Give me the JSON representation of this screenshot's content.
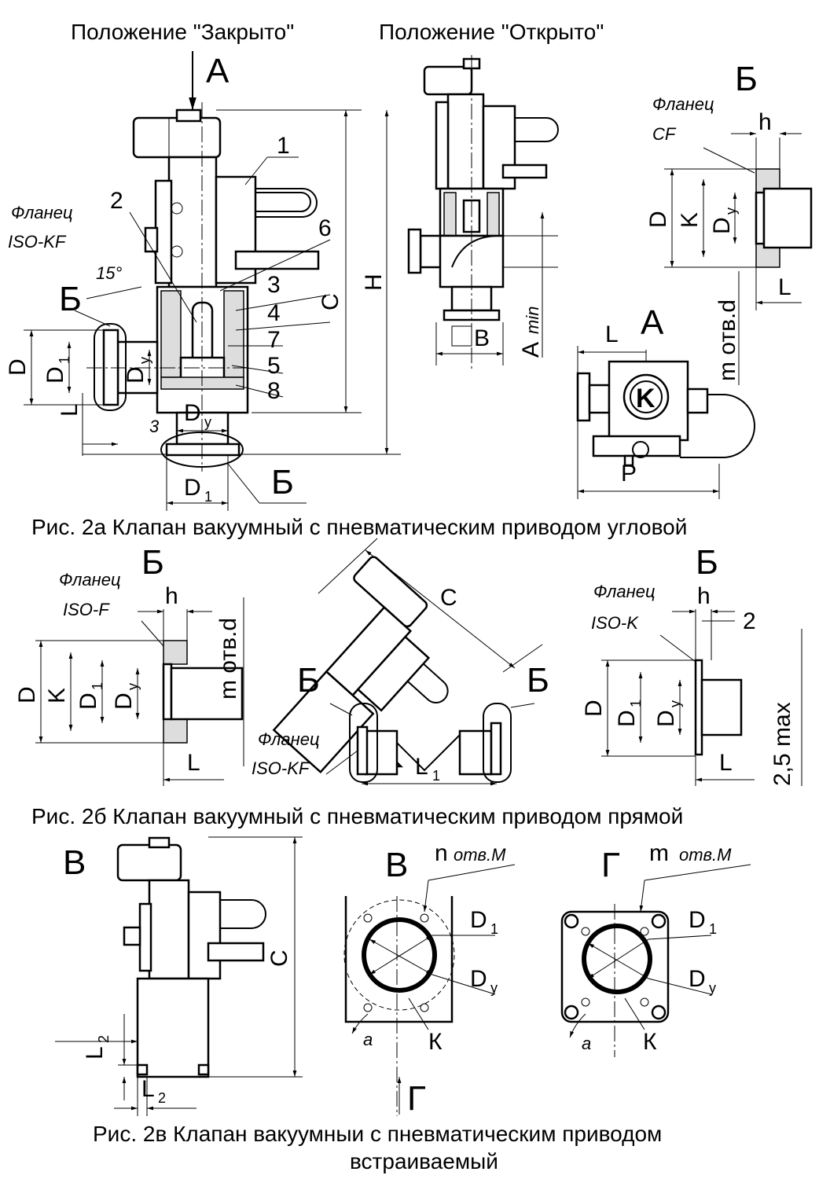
{
  "titles": {
    "closed": "Положение \"Закрыто\"",
    "open": "Положение \"Открыто\""
  },
  "captions": {
    "fig2a": "Рис. 2а Клапан вакуумный с пневматическим приводом угловой",
    "fig2b": "Рис. 2б Клапан вакуумный с пневматическим приводом прямой",
    "fig2c_line1": "Рис. 2в Клапан вакуумныи с пневматическим приводом",
    "fig2c_line2": "встраиваемый"
  },
  "fig2a": {
    "view_a": "А",
    "parts": [
      "1",
      "2",
      "6",
      "3",
      "4",
      "7",
      "5",
      "8"
    ],
    "flange_iso_kf": [
      "Фланец",
      "ISO-KF"
    ],
    "angle": "15°",
    "section_b": "Б",
    "dims": {
      "D": "D",
      "D1": "D",
      "D1_sub": "1",
      "Dy": "D",
      "Dy_sub": "y",
      "L": "L",
      "three": "3",
      "C": "C",
      "H": "H",
      "B": "В",
      "A_min": "A",
      "min": "min",
      "Dy_bottom": "D",
      "D1_bottom": "D"
    },
    "open_view": {
      "B": "В"
    },
    "detail_cf": {
      "title": "Б",
      "flange": [
        "Фланец",
        "CF"
      ],
      "h": "h",
      "D": "D",
      "K": "K",
      "Dy": "D",
      "Dy_sub": "y",
      "L": "L",
      "holes": "m отв.d"
    },
    "view_a_detail": {
      "title": "А",
      "L": "L",
      "P": "P"
    }
  },
  "fig2b": {
    "left": {
      "title": "Б",
      "flange": [
        "Фланец",
        "ISO-F"
      ],
      "h": "h",
      "D": "D",
      "K": "K",
      "D1": "D",
      "D1_sub": "1",
      "Dy": "D",
      "Dy_sub": "y",
      "holes": "m отв.d",
      "L": "L"
    },
    "center": {
      "C": "C",
      "b_left": "Б",
      "b_right": "Б",
      "flange": [
        "Фланец",
        "ISO-KF"
      ],
      "L1": "L",
      "L1_sub": "1"
    },
    "right": {
      "title": "Б",
      "flange": [
        "Фланец",
        "ISO-K"
      ],
      "h": "h",
      "two": "2",
      "D": "D",
      "D1": "D",
      "D1_sub": "1",
      "Dy": "D",
      "Dy_sub": "y",
      "L": "L",
      "max": "2,5 max"
    }
  },
  "fig2c": {
    "valve": {
      "view_b": "В",
      "L2a": "L",
      "L2b": "L",
      "sub": "2",
      "C": "C"
    },
    "view_b": {
      "title": "В",
      "holes": "n",
      "holes_tail": "отв.М",
      "D1": "D",
      "D1_sub": "1",
      "Dy": "D",
      "Dy_sub": "y",
      "K": "К",
      "a": "a",
      "arrow": "Г"
    },
    "view_g": {
      "title": "Г",
      "holes": "m",
      "holes_tail": "отв.М",
      "D1": "D",
      "D1_sub": "1",
      "Dy": "D",
      "Dy_sub": "y",
      "K": "К",
      "a": "a"
    }
  }
}
